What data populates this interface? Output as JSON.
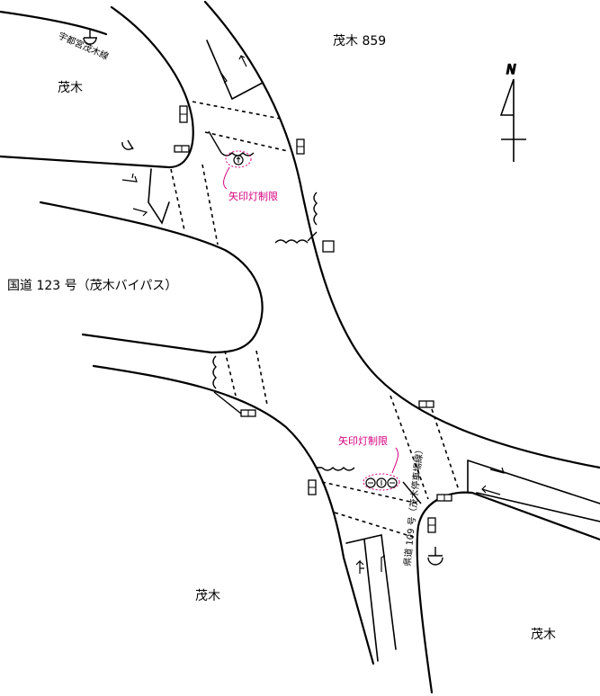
{
  "labels": {
    "motegi_859": "茂木 859",
    "motegi_nw": "茂木",
    "motegi_sw": "茂木",
    "motegi_se": "茂木",
    "route123": "国道 123 号（茂木バイパス）",
    "prefroad_nw": "宇都宮茂木線",
    "prefroad_s": "県道 109 号（茂木停車場線）",
    "arrow_signal_north": "矢印灯制限",
    "arrow_signal_south": "矢印灯制限",
    "north": "N"
  },
  "icons": [
    "signal-head-icon",
    "pedestrian-signal-icon",
    "lane-arrow-icon",
    "traffic-sign-icon",
    "north-arrow-icon"
  ]
}
